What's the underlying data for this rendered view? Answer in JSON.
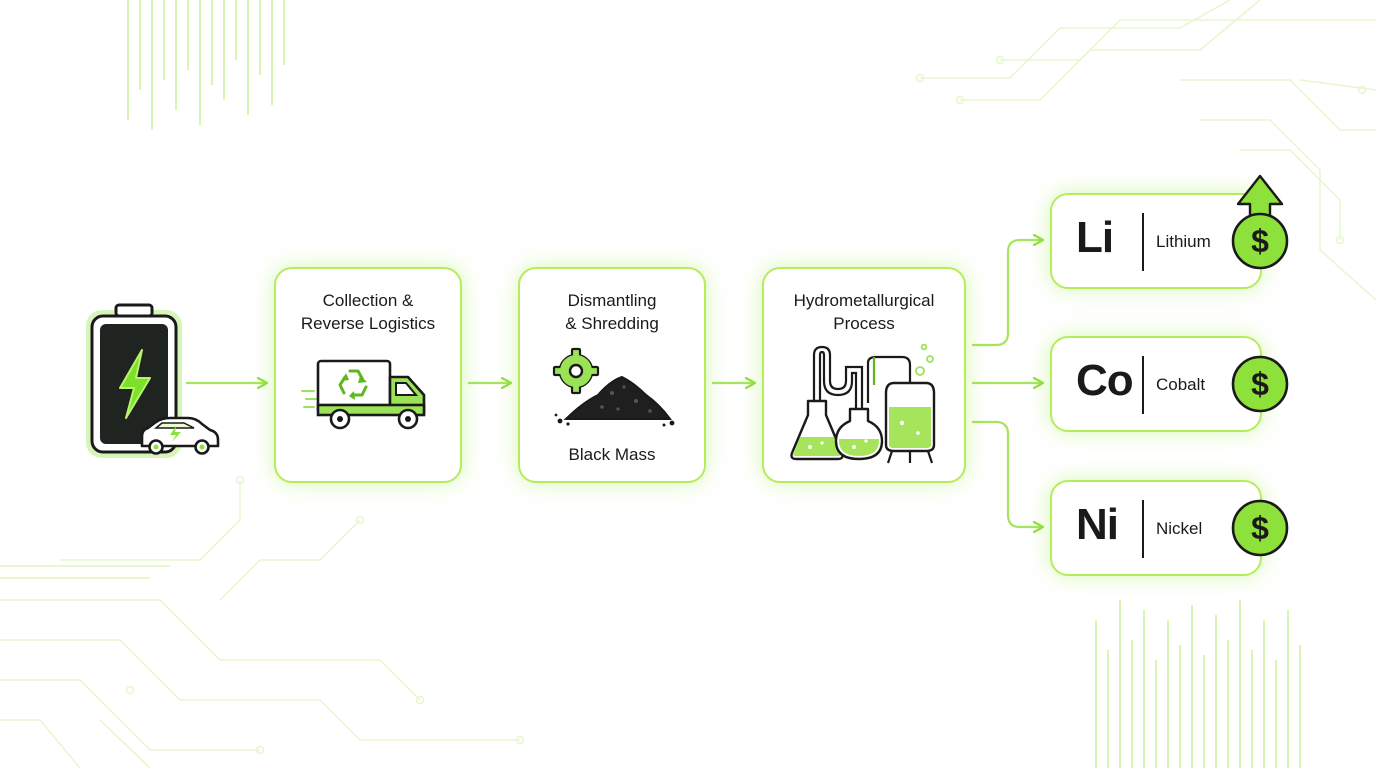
{
  "steps": [
    {
      "title": "Collection &\nReverse Logistics"
    },
    {
      "title": "Dismantling\n& Shredding",
      "subtitle": "Black Mass"
    },
    {
      "title": "Hydrometallurgical\nProcess"
    }
  ],
  "outputs": [
    {
      "symbol": "Li",
      "name": "Lithium"
    },
    {
      "symbol": "Co",
      "name": "Cobalt"
    },
    {
      "symbol": "Ni",
      "name": "Nickel"
    }
  ],
  "icons": {
    "source": [
      "battery-icon",
      "lightning-bolt-icon",
      "electric-car-icon"
    ],
    "collection": "recycling-truck-icon",
    "shredding": [
      "gear-icon",
      "black-mass-pile-icon"
    ],
    "hydro": "lab-flasks-icon",
    "value": [
      "dollar-coin-icon",
      "up-arrow-icon"
    ]
  },
  "colors": {
    "accent": "#8ee03a",
    "accent_light": "#b5ec5a",
    "ink": "#1a1a1a"
  }
}
